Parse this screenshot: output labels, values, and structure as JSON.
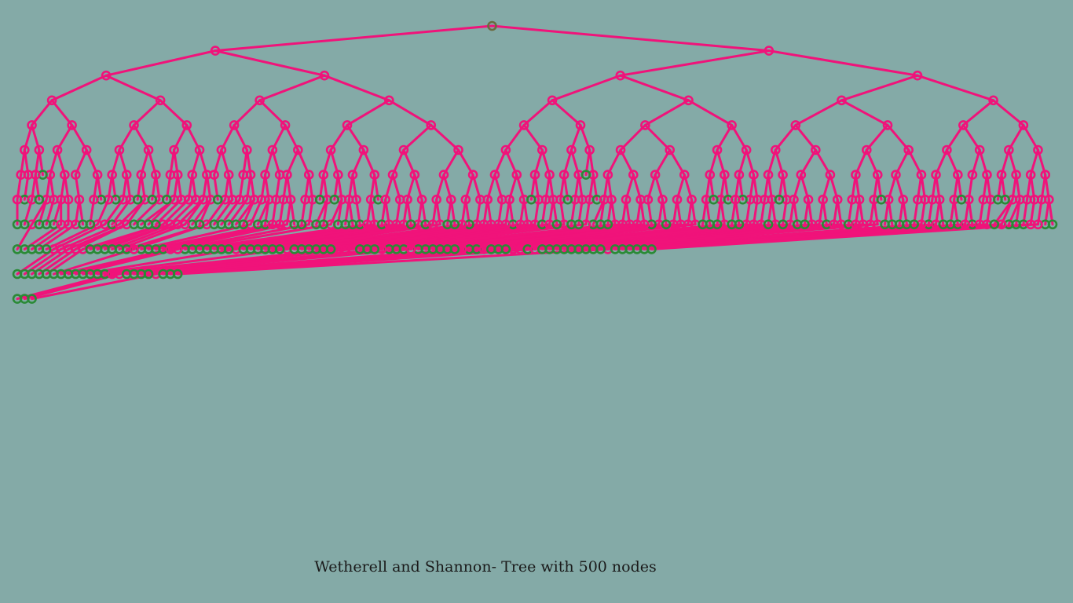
{
  "caption": "Wetherell and Shannon- Tree with 500 nodes",
  "colors": {
    "background": "#84aaa7",
    "edge": "#f0137a",
    "internal_node": "#f0137a",
    "leaf_node": "#2a8a36",
    "root_node": "#6b6b40"
  },
  "tree": {
    "total_nodes": 500,
    "layout_algorithm": "Wetherell and Shannon"
  }
}
